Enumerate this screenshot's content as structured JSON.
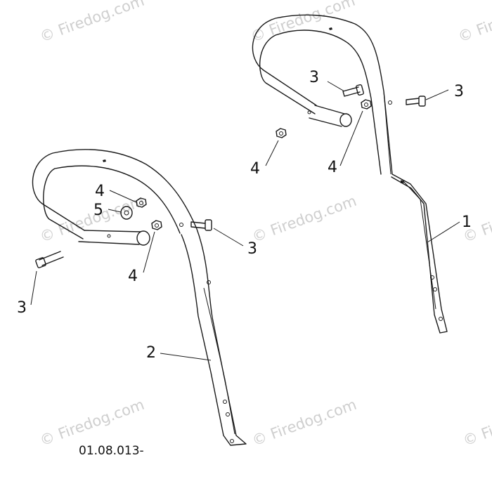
{
  "watermark": {
    "text": "© Firedog.com"
  },
  "reference_number": "01.08.013-",
  "callouts": {
    "c1": "1",
    "c2": "2",
    "c3a": "3",
    "c3b": "3",
    "c3c": "3",
    "c3d": "3",
    "c4a": "4",
    "c4b": "4",
    "c4c": "4",
    "c4d": "4",
    "c5": "5"
  }
}
